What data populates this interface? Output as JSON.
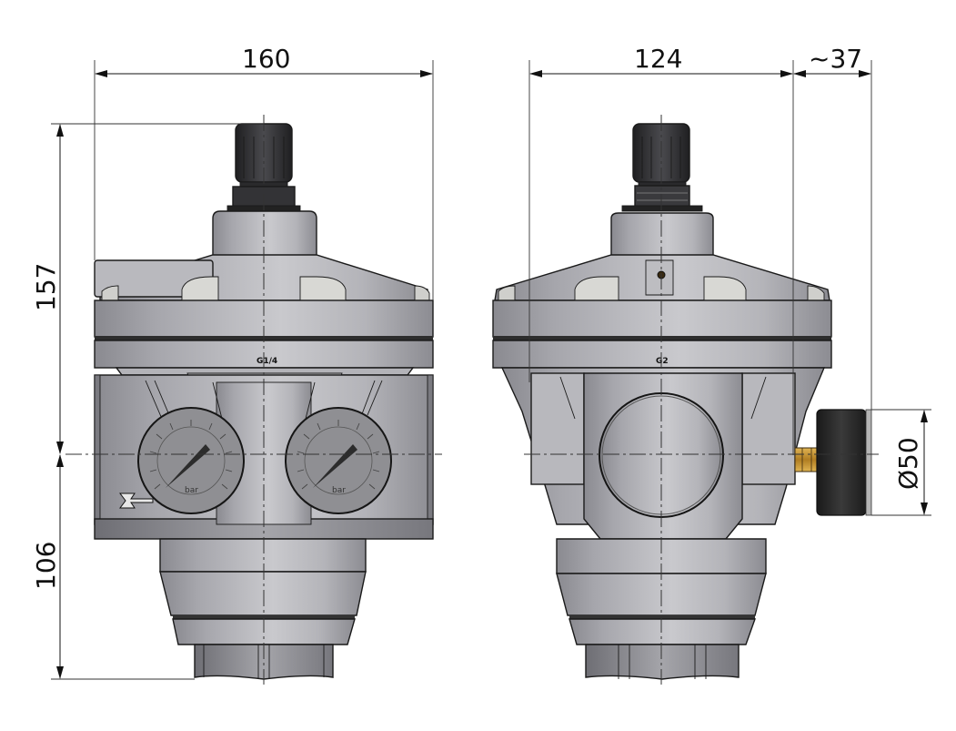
{
  "drawing": {
    "type": "technical-drawing",
    "subject": "pressure regulator with gauges — front and side views",
    "views": [
      {
        "id": "front-view",
        "body_marking": "G1/4",
        "gauges": [
          {
            "id": "gauge-left",
            "unit_label": "bar"
          },
          {
            "id": "gauge-right",
            "unit_label": "bar"
          }
        ],
        "flow_arrow": "inlet-arrow"
      },
      {
        "id": "side-view",
        "body_marking": "G2",
        "side_gauge": {
          "id": "side-gauge"
        }
      }
    ],
    "dimensions": {
      "front_width": "160",
      "side_width": "124",
      "gauge_protrusion": "~37",
      "height_upper": "157",
      "height_lower": "106",
      "gauge_diameter": "Ø50"
    },
    "colors": {
      "body_light": "#c4c4c8",
      "body_mid": "#a8a8ad",
      "body_dark": "#7c7c82",
      "knob": "#2e2e30",
      "gauge_face": "#8e8e92",
      "gauge_case": "#262626",
      "brass": "#c8962e",
      "line": "#111111"
    }
  }
}
